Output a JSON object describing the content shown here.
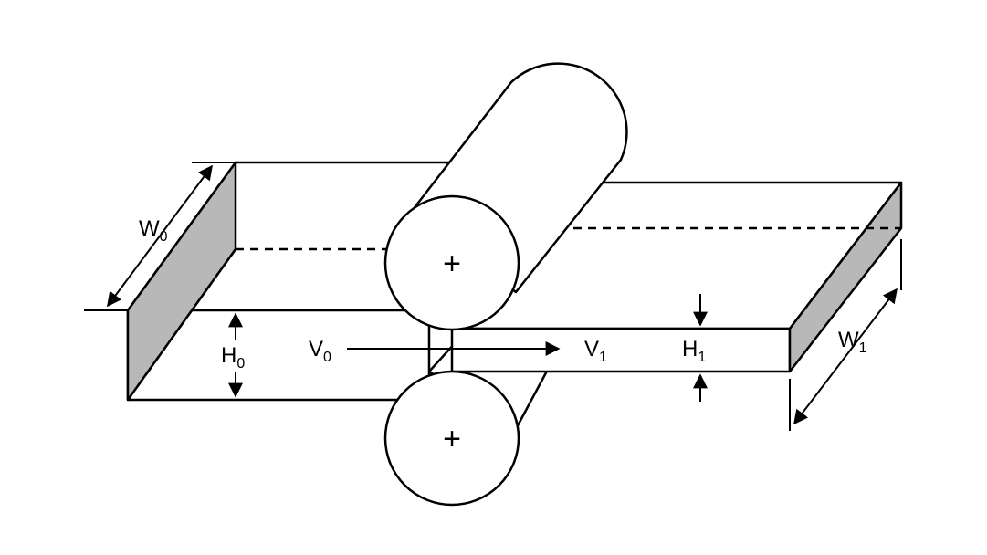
{
  "labels": {
    "w0": {
      "main": "W",
      "sub": "0"
    },
    "h0": {
      "main": "H",
      "sub": "0"
    },
    "v0": {
      "main": "V",
      "sub": "0"
    },
    "v1": {
      "main": "V",
      "sub": "1"
    },
    "h1": {
      "main": "H",
      "sub": "1"
    },
    "w1": {
      "main": "W",
      "sub": "1"
    }
  },
  "rolls": {
    "top_symbol": "+",
    "bottom_symbol": "+"
  },
  "colors": {
    "line": "#000000",
    "shaded_face": "#b8b8b8",
    "background": "#ffffff"
  }
}
